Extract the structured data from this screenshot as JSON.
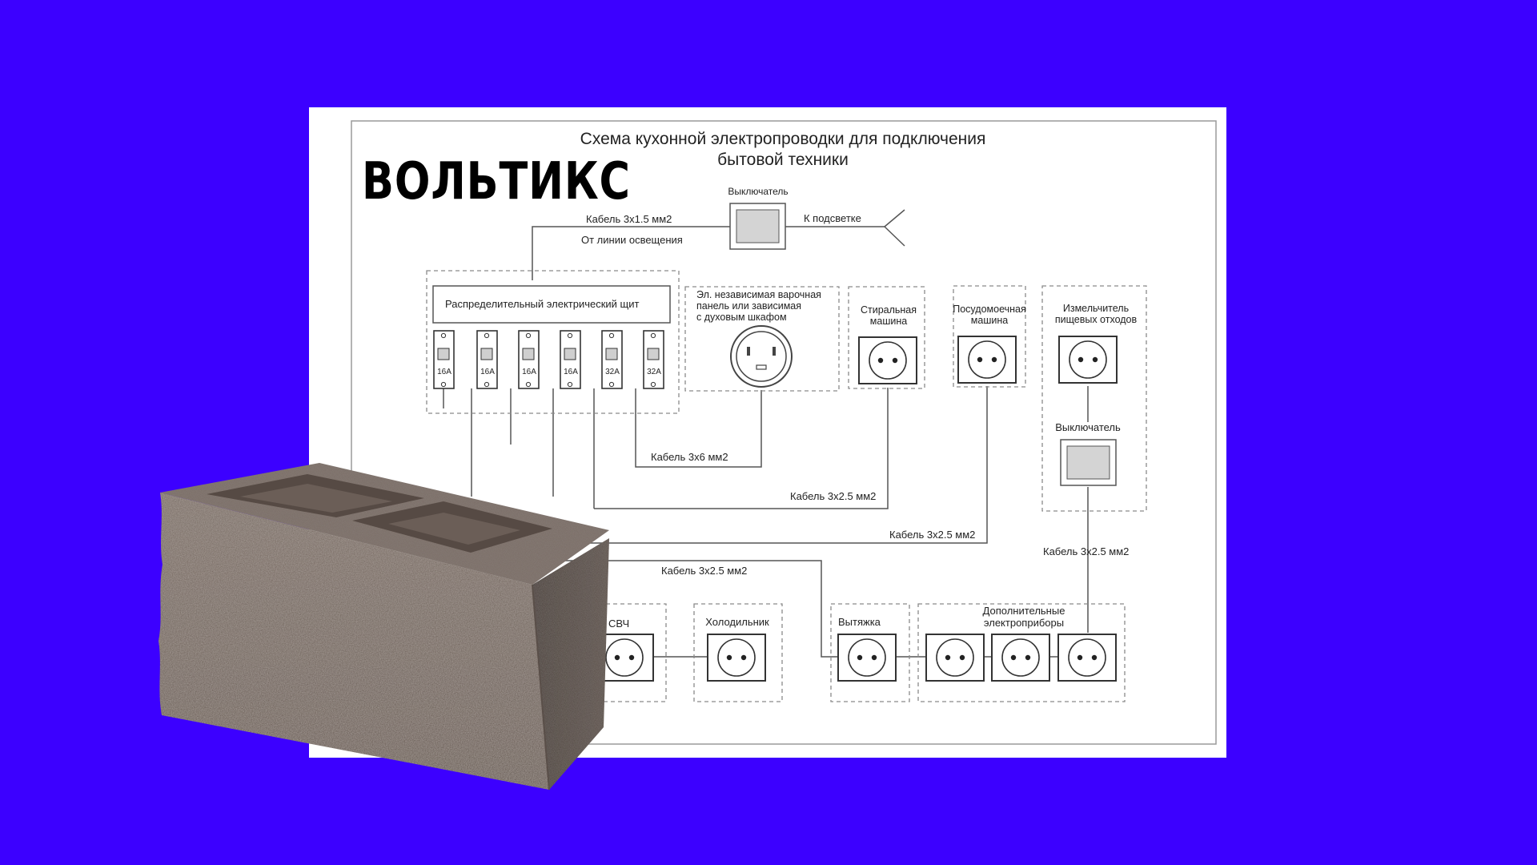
{
  "colors": {
    "background": "#3c00ff",
    "sheet": "#ffffff",
    "line": "#555555",
    "dash": "#8a8a8a",
    "switch_fill": "#d4d4d4"
  },
  "brand": "ВОЛЬТИКС",
  "diagram": {
    "title_line1": "Схема кухонной электропроводки для подключения",
    "title_line2": "бытовой техники",
    "top_switch_label": "Выключатель",
    "cable_lighting": "Кабель 3х1.5 мм2",
    "from_lighting": "От линии освещения",
    "to_light": "К подсветке",
    "panel_label": "Распределительный электрический щит",
    "breakers": [
      "16А",
      "16А",
      "16А",
      "16А",
      "32А",
      "32А"
    ],
    "hob_label_1": "Эл. независимая варочная",
    "hob_label_2": "панель или зависимая",
    "hob_label_3": "с духовым шкафом",
    "washer_1": "Стиральная",
    "washer_2": "машина",
    "dishwasher_1": "Посудомоечная",
    "dishwasher_2": "машина",
    "disposer_1": "Измельчитель",
    "disposer_2": "пищевых отходов",
    "disposer_switch": "Выключатель",
    "cable_3x6": "Кабель 3х6 мм2",
    "cable_washer": "Кабель 3х2.5 мм2",
    "cable_dish": "Кабель 3х2.5 мм2",
    "cable_disposer": "Кабель 3х2.5 мм2",
    "cable_bottom": "Кабель 3х2.5 мм2",
    "microwave": "СВЧ",
    "fridge": "Холодильник",
    "hood": "Вытяжка",
    "extra_1": "Дополнительные",
    "extra_2": "электроприборы"
  },
  "photo": {
    "subject": "concrete-block"
  }
}
